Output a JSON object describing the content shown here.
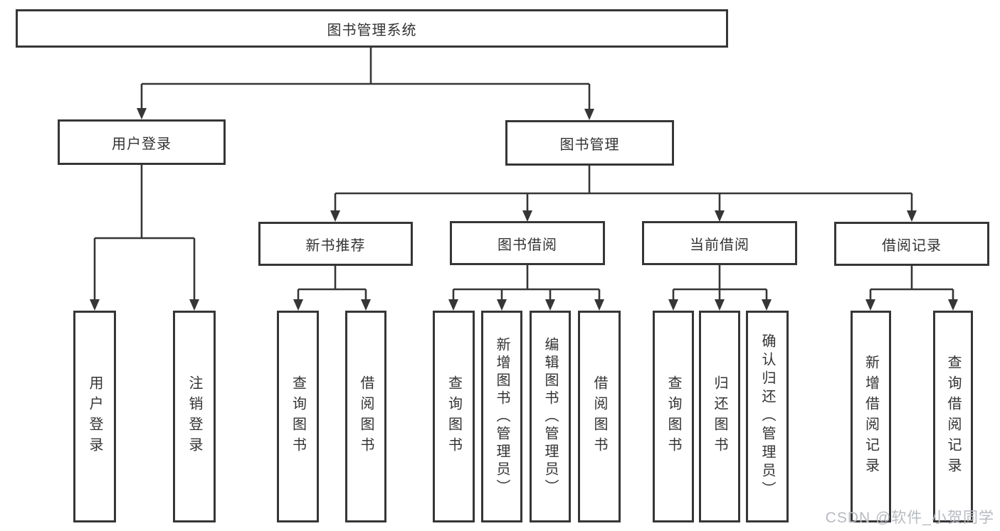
{
  "colors": {
    "line": "#363636",
    "text": "#333333",
    "watermark": "#b6bac0"
  },
  "root": {
    "label": "图书管理系统"
  },
  "level2": [
    {
      "label": "用户登录"
    },
    {
      "label": "图书管理"
    }
  ],
  "level3": [
    {
      "label": "新书推荐"
    },
    {
      "label": "图书借阅"
    },
    {
      "label": "当前借阅"
    },
    {
      "label": "借阅记录"
    }
  ],
  "leaves": [
    {
      "label": "用户登录"
    },
    {
      "label": "注销登录"
    },
    {
      "label": "查询图书"
    },
    {
      "label": "借阅图书"
    },
    {
      "label": "查询图书"
    },
    {
      "label": "新增图书（管理员）"
    },
    {
      "label": "编辑图书（管理员）"
    },
    {
      "label": "借阅图书"
    },
    {
      "label": "查询图书"
    },
    {
      "label": "归还图书"
    },
    {
      "label": "确认归还（管理员）"
    },
    {
      "label": "新增借阅记录"
    },
    {
      "label": "查询借阅记录"
    }
  ],
  "watermark": {
    "text": "CSDN @软件_小贺同学"
  }
}
